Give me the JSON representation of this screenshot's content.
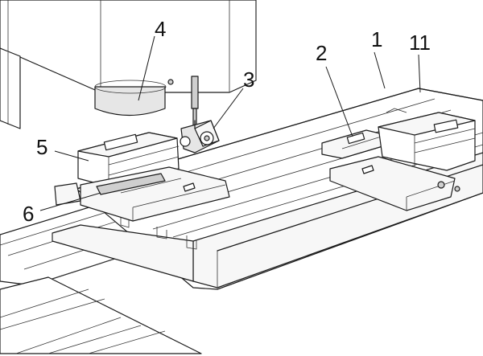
{
  "labels": {
    "l1": "1",
    "l2": "2",
    "l3": "3",
    "l4": "4",
    "l5": "5",
    "l6": "6",
    "l11": "11"
  }
}
